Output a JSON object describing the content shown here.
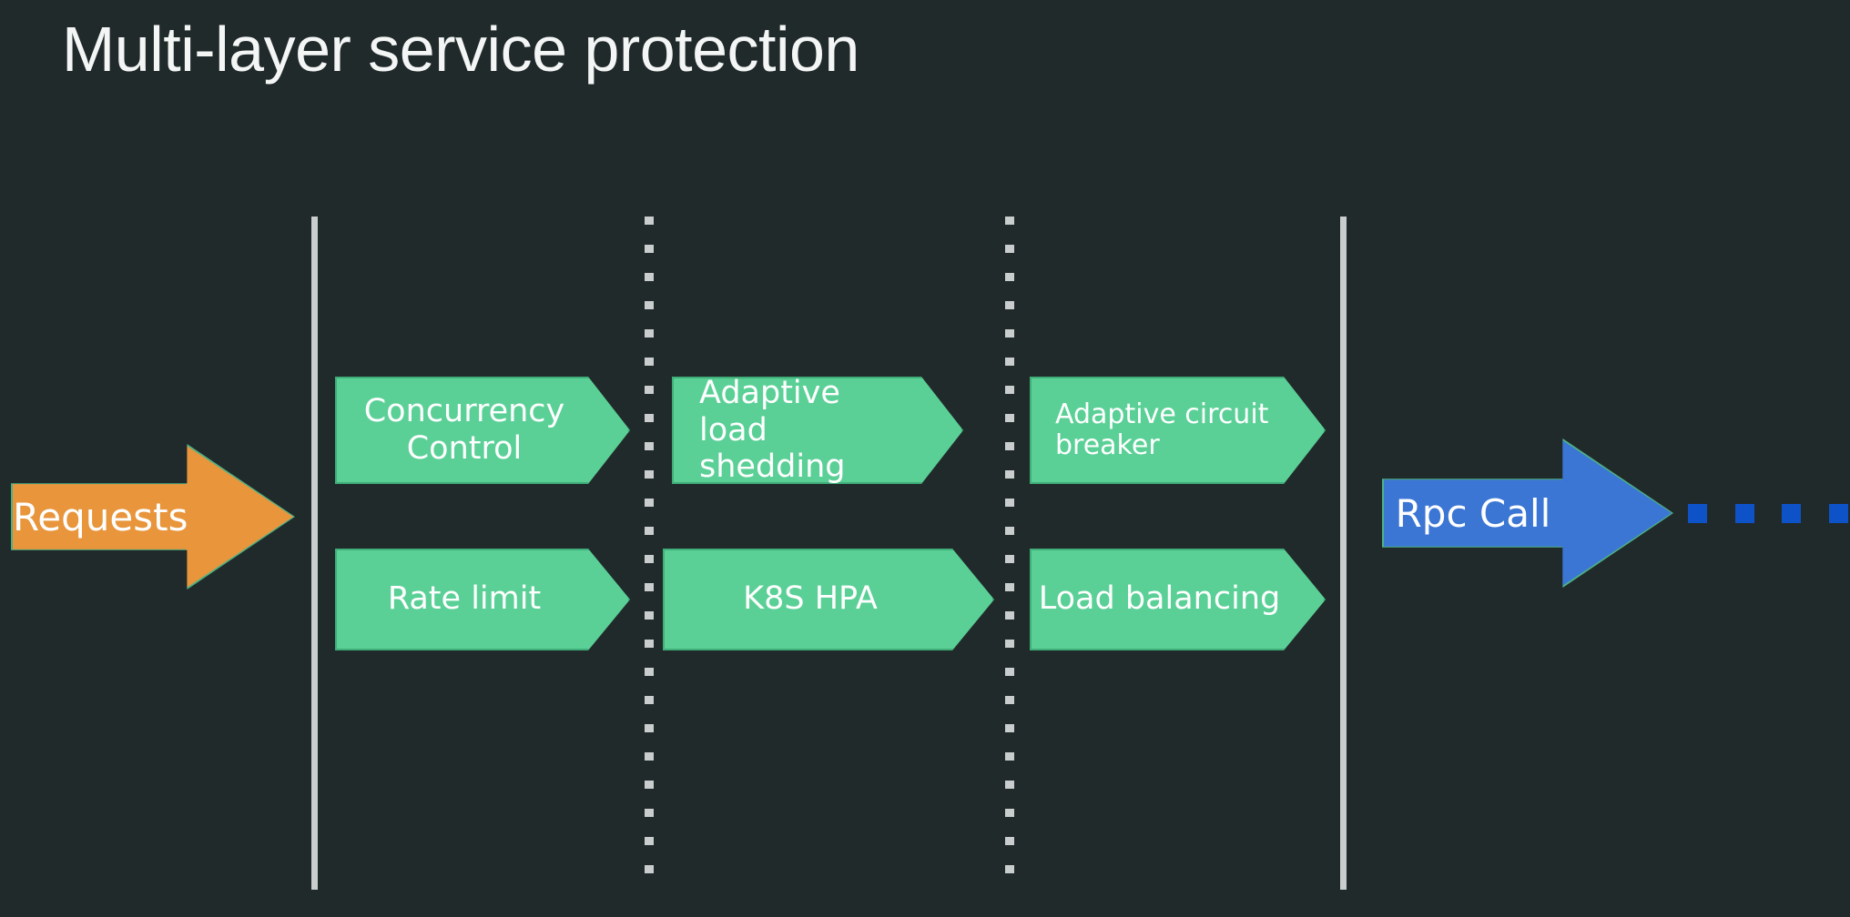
{
  "slide": {
    "title": "Multi-layer service protection",
    "background_color": "#212a2b",
    "title_color": "#f4f6f6"
  },
  "palette": {
    "stage_fill": "#5ad096",
    "stage_border": "#3fae79",
    "requests_fill": "#e8953c",
    "rpc_fill": "#3b76d4",
    "rail_color": "#c9cdcd",
    "dot_color": "#0e52c8",
    "text_color": "#ffffff"
  },
  "input_arrow": {
    "label": "Requests",
    "color": "#e8953c"
  },
  "output_arrow": {
    "label": "Rpc Call",
    "color": "#3b76d4"
  },
  "dividers": [
    {
      "name": "rail-left",
      "style": "solid"
    },
    {
      "name": "dotted-rail-1",
      "style": "dotted"
    },
    {
      "name": "dotted-rail-2",
      "style": "dotted"
    },
    {
      "name": "rail-right",
      "style": "solid"
    }
  ],
  "stages": {
    "row_top": [
      {
        "label": "Concurrency\nControl",
        "align": "center"
      },
      {
        "label": "Adaptive load\nshedding",
        "align": "left"
      },
      {
        "label": "Adaptive circuit\nbreaker",
        "align": "left-small"
      }
    ],
    "row_bottom": [
      {
        "label": "Rate limit",
        "align": "center"
      },
      {
        "label": "K8S HPA",
        "align": "center"
      },
      {
        "label": "Load balancing",
        "align": "center"
      }
    ]
  },
  "trailing_dots": {
    "count": 4,
    "color": "#0e52c8"
  }
}
